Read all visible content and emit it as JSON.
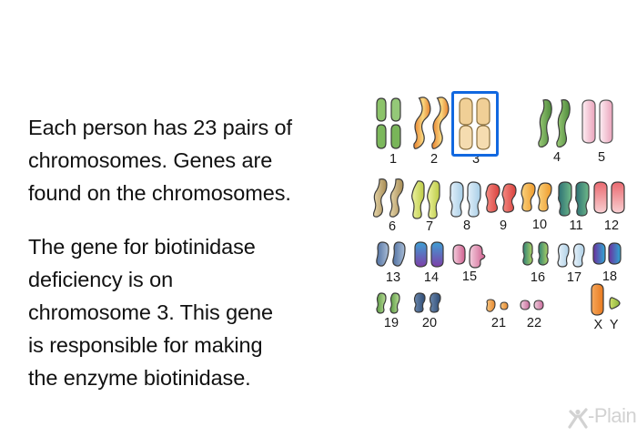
{
  "body": {
    "paragraphs": [
      "Each person has 23 pairs of\nchromosomes. Genes are\nfound on the chromosomes.",
      "The gene for biotinidase\ndeficiency is on\nchromosome 3. This gene\nis responsible for making\nthe enzyme biotinidase."
    ]
  },
  "karyotype": {
    "highlight": {
      "chromosome": "3",
      "color": "#1168E0"
    },
    "rows": [
      {
        "groups": [
          {
            "label": "1",
            "color_light": "#b9d99a",
            "color_dark": "#63a04a",
            "shape": "split-arms"
          },
          {
            "label": "2",
            "color_light": "#f7cf7a",
            "color_dark": "#e8812f",
            "shape": "s-curve"
          },
          {
            "label": "3",
            "color_light": "#f6dfb0",
            "color_dark": "#ddb97a",
            "shape": "long-banded"
          },
          {
            "label": "4",
            "color_light": "#a9cf86",
            "color_dark": "#4d8a3a",
            "shape": "long-curve"
          },
          {
            "label": "5",
            "color_light": "#fbe2ea",
            "color_dark": "#e8a5bb",
            "shape": "long-straight"
          }
        ]
      },
      {
        "groups": [
          {
            "label": "6",
            "color_light": "#e4d3a4",
            "color_dark": "#a98b52",
            "shape": "medium"
          },
          {
            "label": "7",
            "color_light": "#e8ee96",
            "color_dark": "#b5c33e",
            "shape": "medium"
          },
          {
            "label": "8",
            "color_light": "#d8eaf7",
            "color_dark": "#9cc6e2",
            "shape": "medium"
          },
          {
            "label": "9",
            "color_light": "#f2817c",
            "color_dark": "#d6423c",
            "shape": "medium"
          },
          {
            "label": "10",
            "color_light": "#f9d583",
            "color_dark": "#ef9a2a",
            "shape": "medium"
          },
          {
            "label": "11",
            "color_light": "#6cb48c",
            "color_dark": "#2c6f74",
            "shape": "medium"
          },
          {
            "label": "12",
            "color_light": "#f8c6c6",
            "color_dark": "#ea6a70",
            "shape": "medium"
          }
        ]
      },
      {
        "groups": [
          {
            "label": "13",
            "color_light": "#9fb2cf",
            "color_dark": "#5272a3",
            "shape": "short"
          },
          {
            "label": "14",
            "color_light": "#52a6d8",
            "color_dark": "#7d3fa8",
            "shape": "short"
          },
          {
            "label": "15",
            "color_light": "#f0b8cd",
            "color_dark": "#cf5f8e",
            "shape": "short"
          },
          {
            "label": "16",
            "color_light": "#a8d06a",
            "color_dark": "#2f8276",
            "shape": "short"
          },
          {
            "label": "17",
            "color_light": "#dceaf6",
            "color_dark": "#a7c9e0",
            "shape": "short"
          },
          {
            "label": "18",
            "color_light": "#3aa8cf",
            "color_dark": "#6b2f9e",
            "shape": "short"
          }
        ]
      },
      {
        "groups": [
          {
            "label": "19",
            "color_light": "#b7dc92",
            "color_dark": "#5d9b47",
            "shape": "tiny"
          },
          {
            "label": "20",
            "color_light": "#5d7ca3",
            "color_dark": "#2d4a73",
            "shape": "tiny"
          },
          {
            "label": "21",
            "color_light": "#f6c27a",
            "color_dark": "#e5862c",
            "shape": "dot"
          },
          {
            "label": "22",
            "color_light": "#eec3d4",
            "color_dark": "#c8699a",
            "shape": "dot"
          },
          {
            "label": "X Y",
            "color_light": "#f6a14a",
            "color_dark": "#e8791e",
            "shape": "sex"
          }
        ]
      }
    ]
  },
  "logo": {
    "text": "-Plain",
    "mark": "x-person-icon",
    "color": "#d2d2d2"
  }
}
